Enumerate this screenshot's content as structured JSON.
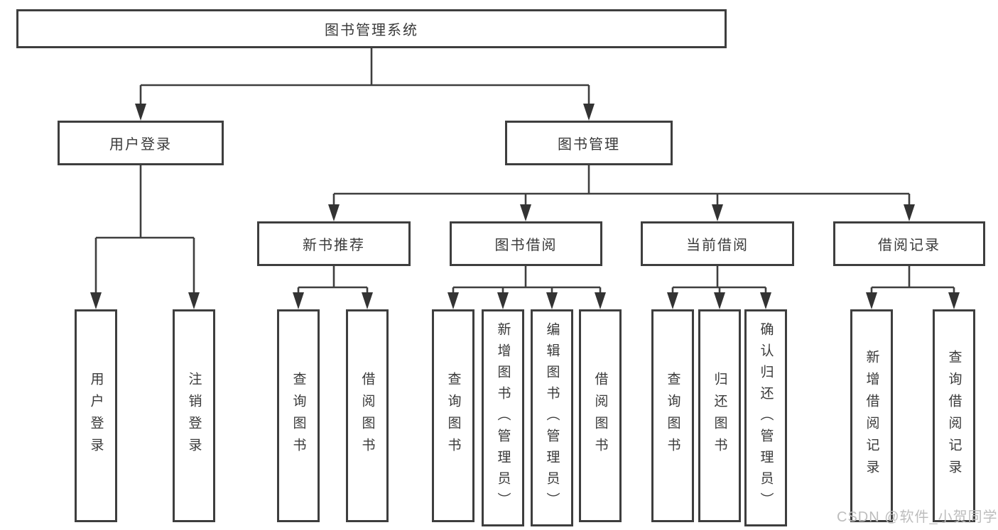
{
  "diagram": {
    "root": {
      "label": "图书管理系统"
    },
    "branches": [
      {
        "label": "用户登录",
        "children": [
          {
            "label": "用户登录"
          },
          {
            "label": "注销登录"
          }
        ]
      },
      {
        "label": "图书管理",
        "children": [
          {
            "label": "新书推荐",
            "children": [
              {
                "label": "查询图书"
              },
              {
                "label": "借阅图书"
              }
            ]
          },
          {
            "label": "图书借阅",
            "children": [
              {
                "label": "查询图书"
              },
              {
                "label": "新增图书（管理员）"
              },
              {
                "label": "编辑图书（管理员）"
              },
              {
                "label": "借阅图书"
              }
            ]
          },
          {
            "label": "当前借阅",
            "children": [
              {
                "label": "查询图书"
              },
              {
                "label": "归还图书"
              },
              {
                "label": "确认归还（管理员）"
              }
            ]
          },
          {
            "label": "借阅记录",
            "children": [
              {
                "label": "新增借阅记录"
              },
              {
                "label": "查询借阅记录"
              }
            ]
          }
        ]
      }
    ]
  },
  "watermark": {
    "text": "CSDN @软件_小贺同学",
    "color": "#bdbdbd"
  },
  "colors": {
    "line": "#3e3e3e",
    "box_border": "#3e3e3e",
    "text": "#3a3a3a",
    "background": "#ffffff"
  }
}
